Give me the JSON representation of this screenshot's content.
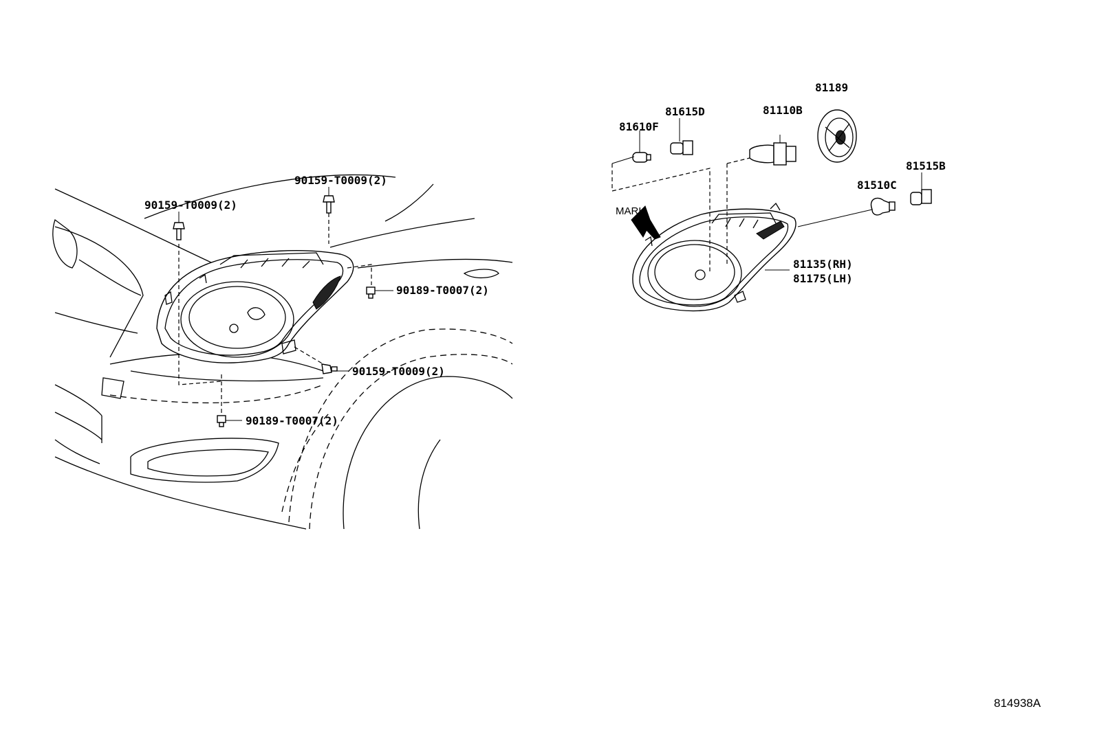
{
  "labels": {
    "bolt_upper_left": "90159-T0009(2)",
    "bolt_upper_right": "90159-T0009(2)",
    "screw_right": "90189-T0007(2)",
    "bolt_lower_right": "90159-T0009(2)",
    "screw_lower": "90189-T0007(2)",
    "socket_81610f": "81610F",
    "socket_81615d": "81615D",
    "bulb_81110b": "81110B",
    "cover_81189": "81189",
    "socket_81515b": "81515B",
    "bulb_81510c": "81510C",
    "headlamp_rh": "81135(RH)",
    "headlamp_lh": "81175(LH)",
    "mark": "MARK"
  },
  "figure_id": "814938A"
}
